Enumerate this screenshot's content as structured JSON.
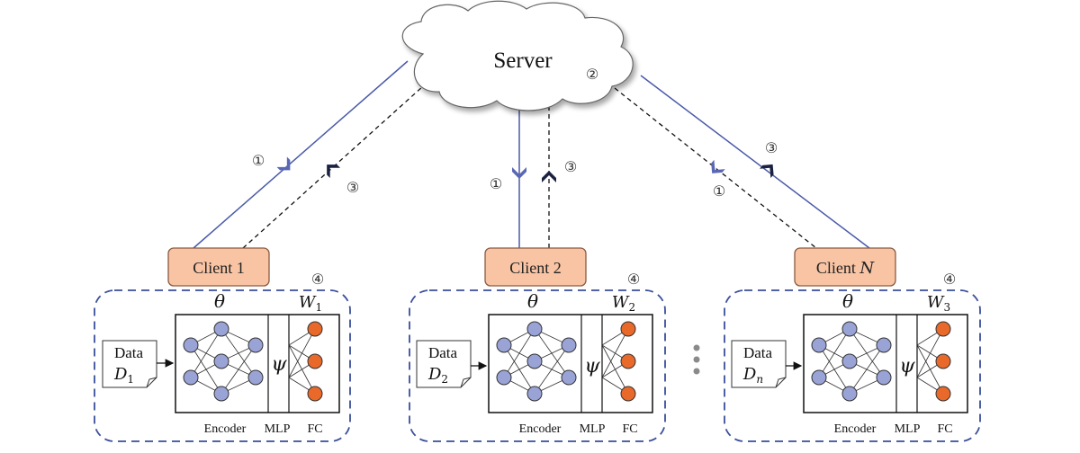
{
  "server": {
    "label": "Server",
    "step_marker": "②"
  },
  "steps": {
    "one": "①",
    "three": "③",
    "four": "④"
  },
  "clients": [
    {
      "label": "Client 1",
      "label_italic": "",
      "data_label": "Data",
      "data_symbol": "D",
      "data_subscript": "1",
      "encoder_param": "θ",
      "fc_param": "W",
      "fc_subscript": "1"
    },
    {
      "label": "Client 2",
      "label_italic": "",
      "data_label": "Data",
      "data_symbol": "D",
      "data_subscript": "2",
      "encoder_param": "θ",
      "fc_param": "W",
      "fc_subscript": "2"
    },
    {
      "label": "Client ",
      "label_italic": "N",
      "data_label": "Data",
      "data_symbol": "D",
      "data_subscript": "n",
      "encoder_param": "θ",
      "fc_param": "W",
      "fc_subscript": "3"
    }
  ],
  "model_labels": {
    "encoder": "Encoder",
    "mlp": "MLP",
    "fc": "FC",
    "psi": "ψ"
  },
  "colors": {
    "client_box_fill": "#f8c4a4",
    "client_box_stroke": "#8a5a40",
    "encoder_node": "#9aa3d6",
    "fc_node": "#e8692a",
    "solid_link": "#4a5aa8",
    "dashed_link": "#111111",
    "dashed_frame": "#3a4f9a"
  }
}
